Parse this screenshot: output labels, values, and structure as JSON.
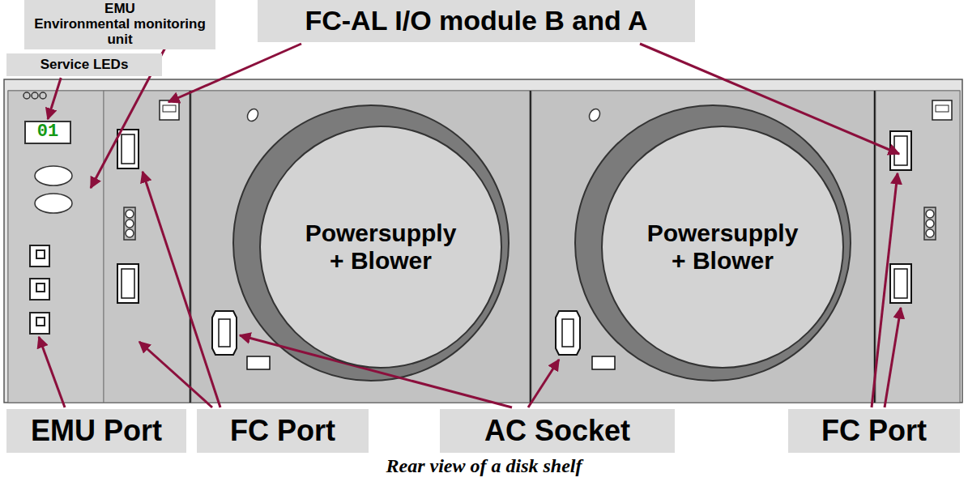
{
  "diagram": {
    "caption": "Rear view of a disk shelf",
    "nodes": [
      {
        "text": [
          "EMU",
          "Environmental monitoring unit"
        ]
      },
      {
        "text": [
          "FC-AL I/O module B and A"
        ]
      },
      {
        "text": [
          "Service LEDs"
        ]
      },
      {
        "text": [
          "01"
        ]
      },
      {
        "text": [
          "Powersupply + Blower"
        ]
      },
      {
        "text": [
          "Powersupply + Blower"
        ]
      },
      {
        "text": [
          "EMU Port"
        ]
      },
      {
        "text": [
          "FC Port"
        ]
      },
      {
        "text": [
          "AC Socket"
        ]
      },
      {
        "text": [
          "FC Port"
        ]
      }
    ],
    "edges": [
      {
        "from": 2,
        "to": 3,
        "arrow": "to"
      }
    ]
  }
}
